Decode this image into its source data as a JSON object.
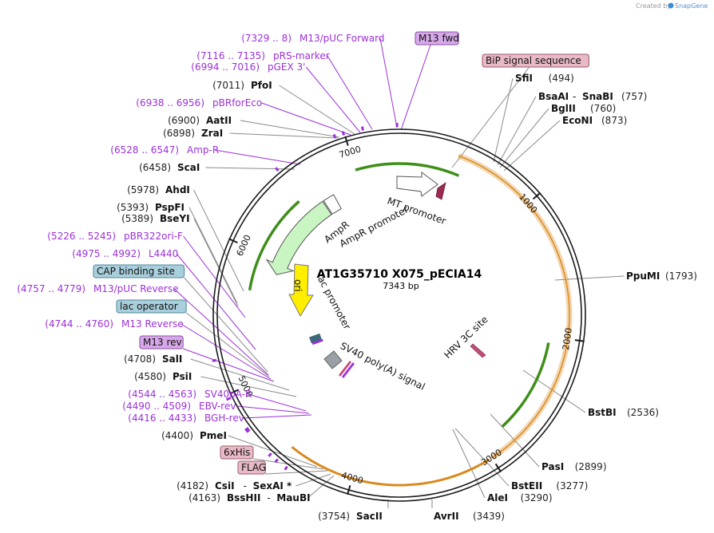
{
  "credit": "Created by",
  "brand": "SnapGene",
  "plasmid": {
    "name": "AT1G35710 X075_pECIA14",
    "length": "7343 bp"
  },
  "ticks": [
    "1000",
    "2000",
    "3000",
    "4000",
    "5000",
    "6000",
    "7000"
  ],
  "features": {
    "mt_promoter": "MT promoter",
    "ampr": "AmpR",
    "ampr_promoter": "AmpR promoter",
    "ori": "ori",
    "lac_promoter": "lac promoter",
    "sv40": "SV40 poly(A) signal",
    "hrv": "HRV 3C site"
  },
  "sites": [
    {
      "id": "m13fwd-box",
      "box": "M13 fwd",
      "fill": "#d7a8e8",
      "stroke": "#8a4ea8"
    },
    {
      "id": "bip-box",
      "box": "BiP signal sequence",
      "fill": "#e8b9c6",
      "stroke": "#9b5a6c"
    },
    {
      "id": "sfii",
      "name": "SfiI",
      "pos": "(494)"
    },
    {
      "id": "bsaai",
      "name": "BsaAI",
      "sep": "-",
      "name2": "SnaBI",
      "pos": "(757)"
    },
    {
      "id": "bglii",
      "name": "BglII",
      "pos": "(760)"
    },
    {
      "id": "econi",
      "name": "EcoNI",
      "pos": "(873)"
    },
    {
      "id": "ppumi",
      "name": "PpuMI",
      "pos": "(1793)"
    },
    {
      "id": "bstbi",
      "name": "BstBI",
      "pos": "(2536)"
    },
    {
      "id": "pasi",
      "name": "PasI",
      "pos": "(2899)"
    },
    {
      "id": "bsteii",
      "name": "BstEII",
      "pos": "(3277)"
    },
    {
      "id": "alei",
      "name": "AleI",
      "pos": "(3290)"
    },
    {
      "id": "avrii",
      "name": "AvrII",
      "pos": "(3439)"
    },
    {
      "id": "sacii",
      "name": "SacII",
      "pos": "(3754)"
    },
    {
      "id": "csii",
      "name": "CsiI",
      "sep": "-",
      "name2": "SexAI *",
      "pos": "(4182)"
    },
    {
      "id": "bsshii",
      "name": "BssHII",
      "sep": "-",
      "name2": "MauBI",
      "pos": "(4163)"
    },
    {
      "id": "flag-box",
      "box": "FLAG",
      "fill": "#e8b9c6",
      "stroke": "#9b5a6c"
    },
    {
      "id": "his-box",
      "box": "6xHis",
      "fill": "#e8b9c6",
      "stroke": "#9b5a6c"
    },
    {
      "id": "pmei",
      "name": "PmeI",
      "pos": "(4400)"
    },
    {
      "id": "bghrev",
      "primer": "BGH-rev",
      "pos": "(4416 .. 4433)"
    },
    {
      "id": "ebvrev",
      "primer": "EBV-rev",
      "pos": "(4490 .. 4509)"
    },
    {
      "id": "sv40pa",
      "primer": "SV40pA-R",
      "pos": "(4544 .. 4563)"
    },
    {
      "id": "psii",
      "name": "PsiI",
      "pos": "(4580)"
    },
    {
      "id": "sali",
      "name": "SalI",
      "pos": "(4708)"
    },
    {
      "id": "m13rev-box",
      "box": "M13 rev",
      "fill": "#d7a8e8",
      "stroke": "#8a4ea8"
    },
    {
      "id": "m13reverse",
      "primer": "M13 Reverse",
      "pos": "(4744 .. 4760)"
    },
    {
      "id": "lacop-box",
      "box": "lac operator",
      "fill": "#a9cfdc",
      "stroke": "#4f8799"
    },
    {
      "id": "m13pucrev",
      "primer": "M13/pUC Reverse",
      "pos": "(4757 .. 4779)"
    },
    {
      "id": "cap-box",
      "box": "CAP binding site",
      "fill": "#a9cfdc",
      "stroke": "#4f8799"
    },
    {
      "id": "l4440",
      "primer": "L4440",
      "pos": "(4975 .. 4992)"
    },
    {
      "id": "pbr322",
      "primer": "pBR322ori-F",
      "pos": "(5226 .. 5245)"
    },
    {
      "id": "bseyi",
      "name": "BseYI",
      "pos": "(5389)"
    },
    {
      "id": "pspfi",
      "name": "PspFI",
      "pos": "(5393)"
    },
    {
      "id": "ahdi",
      "name": "AhdI",
      "pos": "(5978)"
    },
    {
      "id": "scai",
      "name": "ScaI",
      "pos": "(6458)"
    },
    {
      "id": "ampr-primer",
      "primer": "Amp-R",
      "pos": "(6528 .. 6547)"
    },
    {
      "id": "zrai",
      "name": "ZraI",
      "pos": "(6898)"
    },
    {
      "id": "aatii",
      "name": "AatII",
      "pos": "(6900)"
    },
    {
      "id": "pbrforeco",
      "primer": "pBRforEco",
      "pos": "(6938 .. 6956)"
    },
    {
      "id": "pfoi",
      "name": "PfoI",
      "pos": "(7011)"
    },
    {
      "id": "pgex3",
      "primer": "pGEX 3'",
      "pos": "(6994 .. 7016)"
    },
    {
      "id": "prs",
      "primer": "pRS-marker",
      "pos": "(7116 .. 7135)"
    },
    {
      "id": "m13pucfwd",
      "primer": "M13/pUC Forward",
      "pos": "(7329 .. 8)"
    }
  ]
}
